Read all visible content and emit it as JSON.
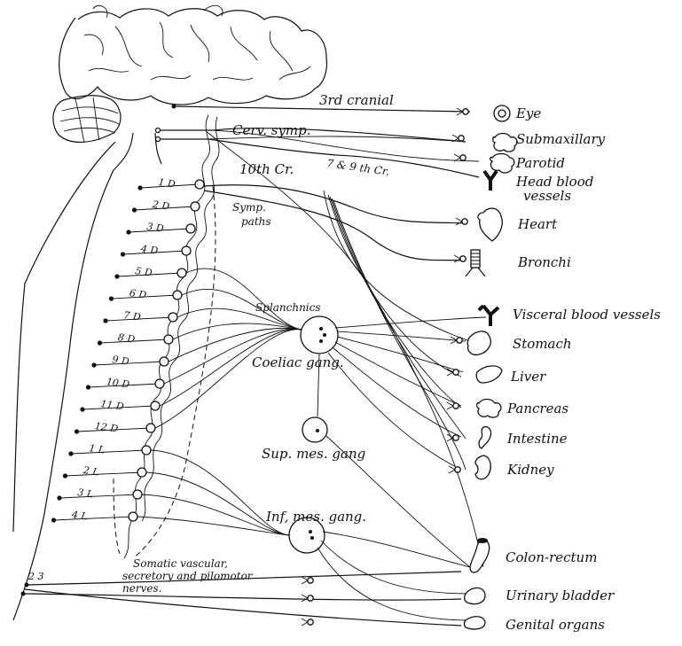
{
  "nerve_labels": {
    "third_cranial": "3rd cranial",
    "cerv_symp": "Cerv. symp.",
    "seventh_ninth": "7 & 9 th Cr.",
    "tenth": "10th Cr.",
    "symp_paths": [
      "Symp.",
      "paths"
    ],
    "splanchnics": "Splanchnics",
    "coeliac": "Coeliac gang.",
    "sup_mes": "Sup. mes. gang",
    "inf_mes": "Inf, mes. gang.",
    "somatic": [
      "Somatic vascular,",
      "secretory and pilomotor",
      "nerves."
    ],
    "sacral": "2 3"
  },
  "segments": [
    "1 D",
    "2 D",
    "3 D",
    "4 D",
    "5 D",
    "6 D",
    "7 D",
    "8 D",
    "9 D",
    "10 D",
    "11 D",
    "12 D",
    "1 L",
    "2 L",
    "3 L",
    "4 L"
  ],
  "organs": {
    "eye": "Eye",
    "submaxillary": "Submaxillary",
    "parotid": "Parotid",
    "head_vessels": [
      "Head blood",
      "vessels"
    ],
    "heart": "Heart",
    "bronchi": "Bronchi",
    "visceral_vessels": "Visceral blood vessels",
    "stomach": "Stomach",
    "liver": "Liver",
    "pancreas": "Pancreas",
    "intestine": "Intestine",
    "kidney": "Kidney",
    "colon": "Colon-rectum",
    "bladder": "Urinary bladder",
    "genital": "Genital organs"
  }
}
